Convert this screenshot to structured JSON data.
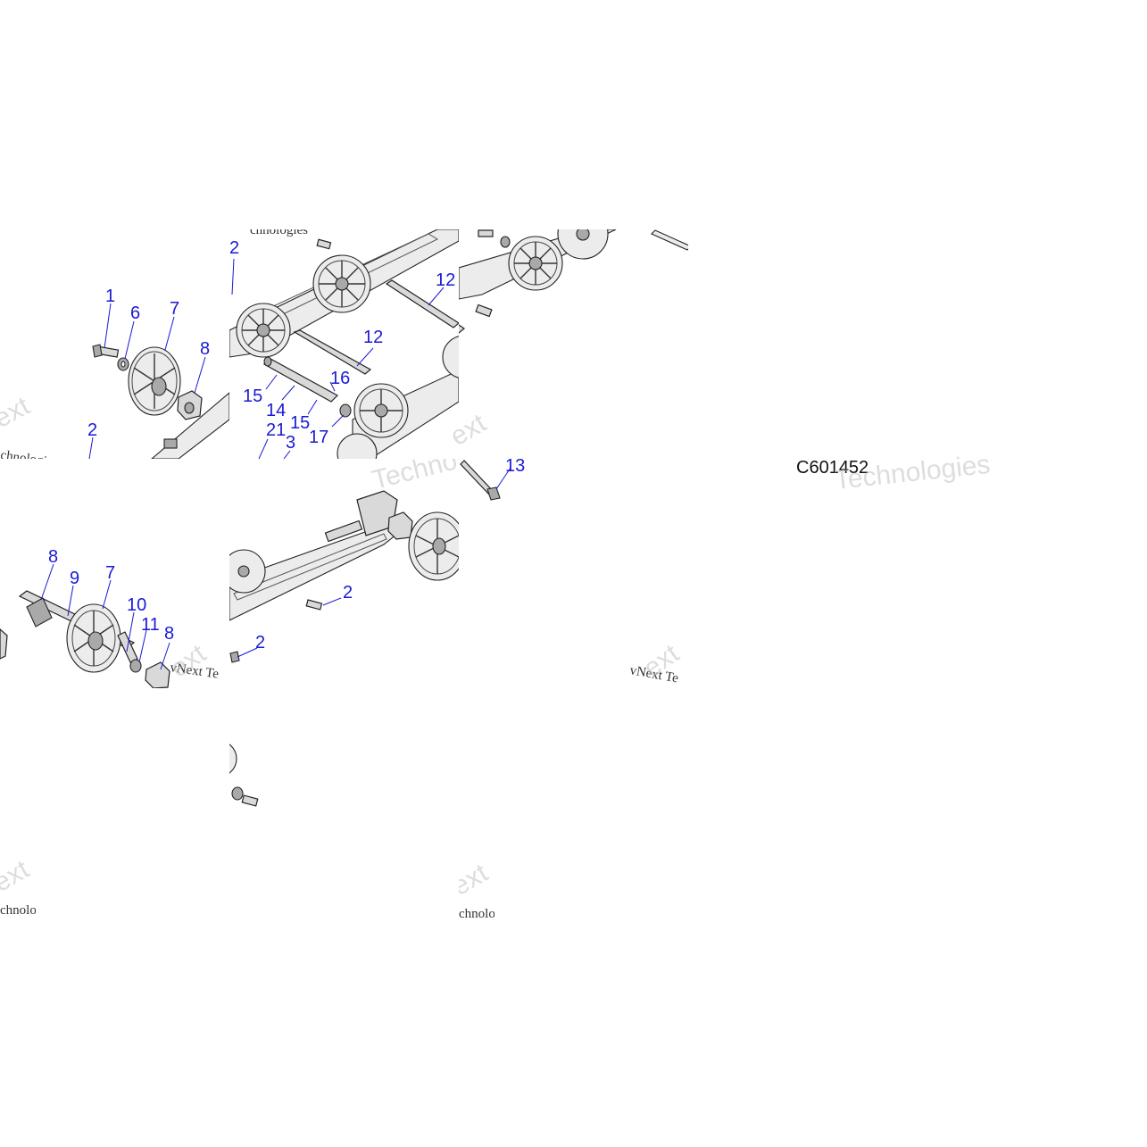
{
  "diagram": {
    "code": "C601452",
    "watermark_word": "Technologies",
    "watermark_fragment_1": "vNext Te",
    "watermark_fragment_2": "ext",
    "watermark_fragment_3": "chnologies",
    "colors": {
      "callout": "#1a1ad6",
      "line": "#222222",
      "part_fill": "#d9d9d9",
      "background": "#ffffff"
    },
    "callouts": {
      "c1": "1",
      "c2a": "2",
      "c2b": "2",
      "c2c": "2",
      "c2d": "2",
      "c3": "3",
      "c6": "6",
      "c7a": "7",
      "c7b": "7",
      "c8a": "8",
      "c8b": "8",
      "c8c": "8",
      "c9": "9",
      "c10": "10",
      "c11": "11",
      "c12a": "12",
      "c12b": "12",
      "c13": "13",
      "c14": "14",
      "c15a": "15",
      "c15b": "15",
      "c16": "16",
      "c17": "17",
      "c21": "21"
    }
  }
}
